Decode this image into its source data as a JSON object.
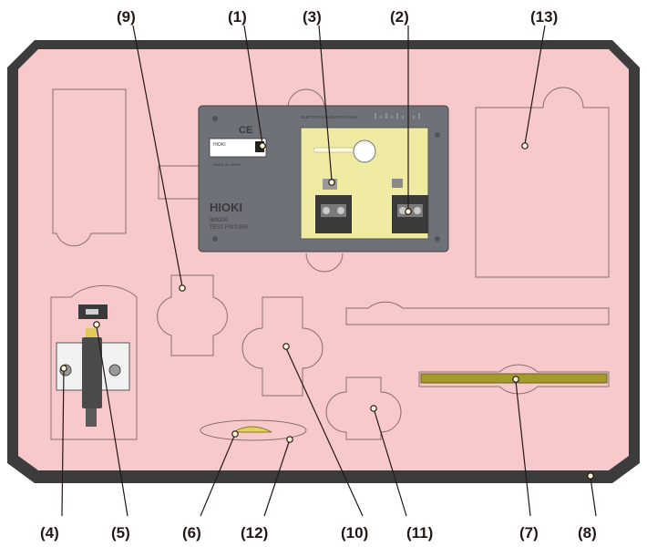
{
  "figure": {
    "callouts": [
      {
        "id": "c1",
        "label": "(1)"
      },
      {
        "id": "c2",
        "label": "(2)"
      },
      {
        "id": "c3",
        "label": "(3)"
      },
      {
        "id": "c4",
        "label": "(4)"
      },
      {
        "id": "c5",
        "label": "(5)"
      },
      {
        "id": "c6",
        "label": "(6)"
      },
      {
        "id": "c7",
        "label": "(7)"
      },
      {
        "id": "c8",
        "label": "(8)"
      },
      {
        "id": "c9",
        "label": "(9)"
      },
      {
        "id": "c10",
        "label": "(10)"
      },
      {
        "id": "c11",
        "label": "(11)"
      },
      {
        "id": "c12",
        "label": "(12)"
      },
      {
        "id": "c13",
        "label": "(13)"
      }
    ],
    "fixture": {
      "logo": "HIOKI",
      "model_line": "IM9200",
      "name_line": "TEST FIXTURE",
      "made_in": "MADE IN JAPAN",
      "electrical_length": "ELECTRICAL LENGTH 0.0mm"
    }
  },
  "colors": {
    "case_frame": "#3c3c3c",
    "foam": "#f8c9cb",
    "cutout_stroke": "#8a6e70",
    "fixture_body": "#6e7278",
    "pcb": "#efeba3",
    "gold_strip": "#a39a2e"
  }
}
